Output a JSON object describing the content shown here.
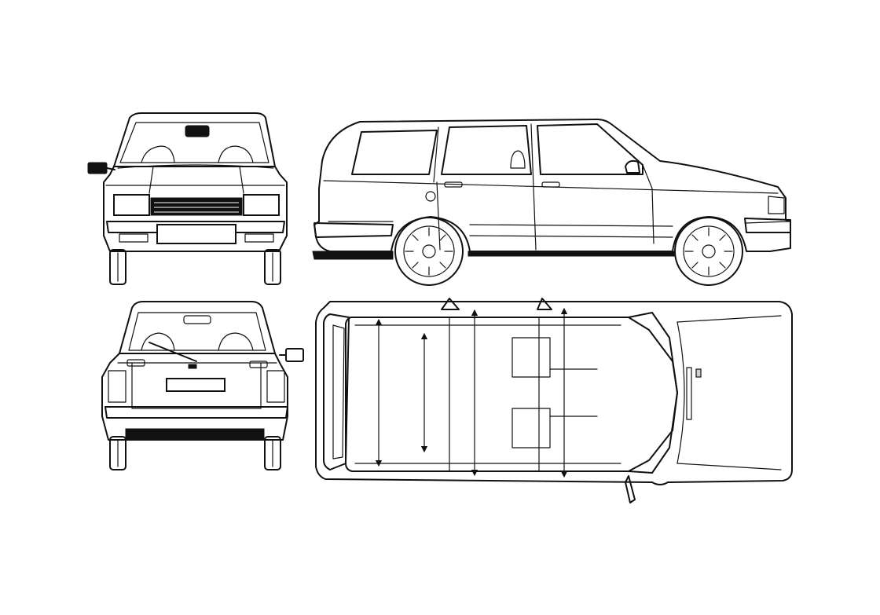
{
  "views": [
    {
      "id": "front",
      "name": "front-view"
    },
    {
      "id": "side",
      "name": "side-view"
    },
    {
      "id": "rear",
      "name": "rear-view"
    },
    {
      "id": "top",
      "name": "top-view"
    }
  ],
  "colors": {
    "line": "#111111",
    "background": "#ffffff",
    "shade": "#cfcfcf"
  },
  "icons": [
    "arrow-head-icon",
    "wheel-icon",
    "mirror-icon"
  ]
}
